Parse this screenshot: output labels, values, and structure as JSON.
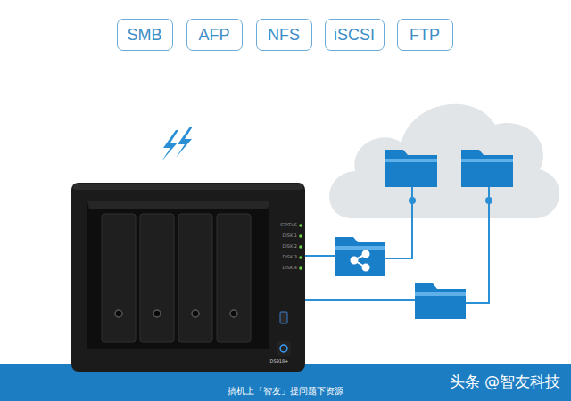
{
  "diagram": {
    "nodes": [
      {
        "text": [
          "SMB"
        ]
      },
      {
        "text": [
          "AFP"
        ]
      },
      {
        "text": [
          "NFS"
        ]
      },
      {
        "text": [
          "iSCSI"
        ]
      },
      {
        "text": [
          "FTP"
        ]
      }
    ],
    "labels": [
      "DS918+",
      "STATUS",
      "DISK 1",
      "DISK 2",
      "DISK 3",
      "DISK 4",
      "搞机上「智友」提问题下资源",
      "头条 @智友科技"
    ]
  }
}
